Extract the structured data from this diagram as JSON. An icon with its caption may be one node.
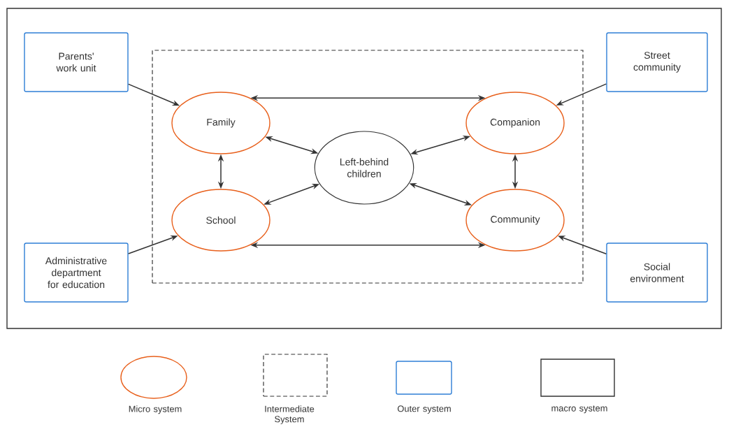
{
  "diagram": {
    "nodes": [
      {
        "text": [],
        "shape": "box"
      },
      {
        "text": [],
        "shape": "box",
        "in": 0
      },
      {
        "text": [
          "Parents' work unit"
        ],
        "in": 0
      },
      {
        "text": [
          "Street community"
        ],
        "in": 0
      },
      {
        "text": [
          "Family"
        ],
        "in": 1
      },
      {
        "text": [
          "Companion"
        ],
        "in": 1
      },
      {
        "text": [
          "Left-behind children"
        ],
        "in": 1
      },
      {
        "text": [
          "School"
        ],
        "in": 1
      },
      {
        "text": [
          "Community"
        ],
        "in": 1
      },
      {
        "text": [
          "Administrative department for education"
        ],
        "in": 0
      },
      {
        "text": [
          "Social environment"
        ],
        "in": 0
      }
    ],
    "edges": [
      {
        "from": 2,
        "to": 4,
        "arrow": "to"
      },
      {
        "from": 3,
        "to": 5,
        "arrow": "to"
      },
      {
        "from": 4,
        "to": 5,
        "arrow": "both"
      },
      {
        "from": 4,
        "to": 6,
        "arrow": "both"
      },
      {
        "from": 5,
        "to": 6,
        "arrow": "both"
      },
      {
        "from": 4,
        "to": 7,
        "arrow": "both"
      },
      {
        "from": 5,
        "to": 8,
        "arrow": "both"
      },
      {
        "from": 7,
        "to": 6,
        "arrow": "both"
      },
      {
        "from": 8,
        "to": 6,
        "arrow": "both"
      },
      {
        "from": 7,
        "to": 8,
        "arrow": "both"
      },
      {
        "from": 9,
        "to": 7,
        "arrow": "to"
      },
      {
        "from": 10,
        "to": 8,
        "arrow": "to"
      }
    ],
    "legend": [
      {
        "text": "Micro system"
      },
      {
        "text": "Intermediate System"
      },
      {
        "text": "Outer system"
      },
      {
        "text": "macro system"
      }
    ]
  }
}
